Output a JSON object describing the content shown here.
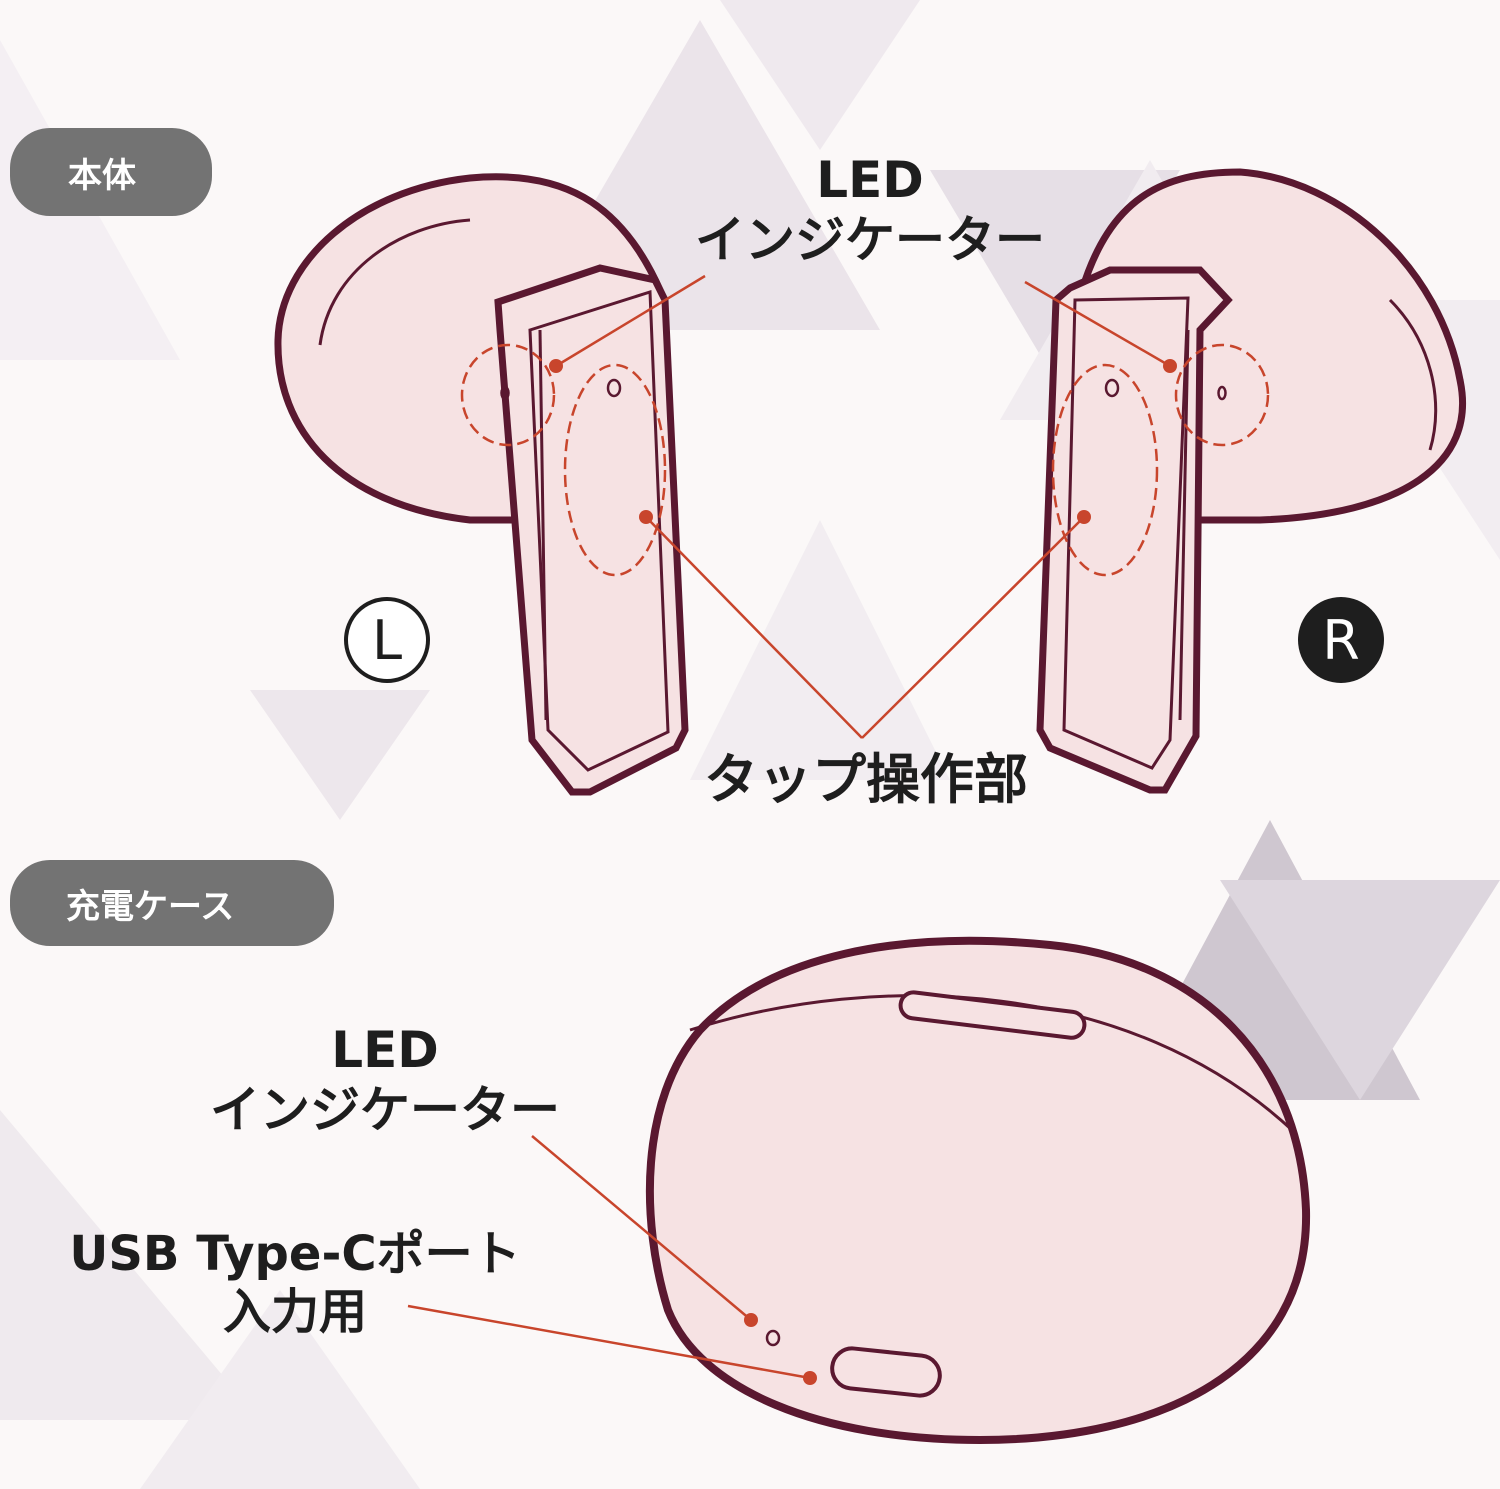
{
  "sections": {
    "earbuds": {
      "title": "本体"
    },
    "case": {
      "title": "充電ケース"
    }
  },
  "earbud_labels": {
    "led_line1": "LED",
    "led_line2": "インジケーター",
    "tap": "タップ操作部",
    "left_mark": "L",
    "right_mark": "R"
  },
  "case_labels": {
    "led_line1": "LED",
    "led_line2": "インジケーター",
    "usb_line1": "USB Type-Cポート",
    "usb_line2": "入力用"
  },
  "colors": {
    "outline": "#5a1830",
    "body_fill": "#f6e2e3",
    "accent": "#c8452c",
    "pill": "#737373",
    "background_triangle": "#cec6cf"
  }
}
